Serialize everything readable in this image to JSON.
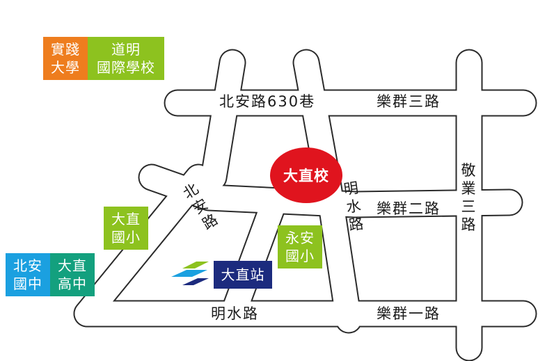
{
  "landmarks": {
    "shijian_line1": "實踐",
    "shijian_line2": "大學",
    "daoming_line1": "道明",
    "daoming_line2": "國際學校",
    "dazhi_elem_line1": "大直",
    "dazhi_elem_line2": "國小",
    "yongan_line1": "永安",
    "yongan_line2": "國小",
    "beian_jh_line1": "北安",
    "beian_jh_line2": "國中",
    "dazhi_hs_line1": "大直",
    "dazhi_hs_line2": "高中",
    "station": "大直站",
    "school": "大直校"
  },
  "roads": {
    "beian_630": "北安路630巷",
    "lequn_3": "樂群三路",
    "lequn_2": "樂群二路",
    "lequn_1": "樂群一路",
    "mingshui_h": "明水路",
    "mingshui_v": "明水路",
    "beian": "北安路",
    "jingye_3": "敬業三路"
  },
  "colors": {
    "orange": "#ee7d1e",
    "green": "#8dc21f",
    "teal": "#13a07e",
    "blue": "#1ba0e0",
    "navy": "#1c2b7e",
    "red": "#e0141e"
  }
}
